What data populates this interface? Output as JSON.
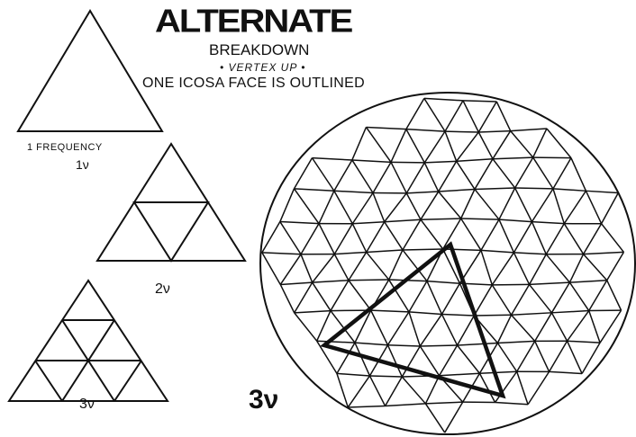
{
  "header": {
    "title": "ALTERNATE",
    "subtitle": "BREAKDOWN",
    "mode": "• VERTEX UP •",
    "note": "ONE ICOSA FACE IS OUTLINED"
  },
  "frequency_labels": {
    "one_caption": "1 FREQUENCY",
    "one": "1ν",
    "two": "2ν",
    "three": "3ν"
  },
  "dome_label": "3ν",
  "colors": {
    "ink": "#111111",
    "paper": "#ffffff"
  }
}
